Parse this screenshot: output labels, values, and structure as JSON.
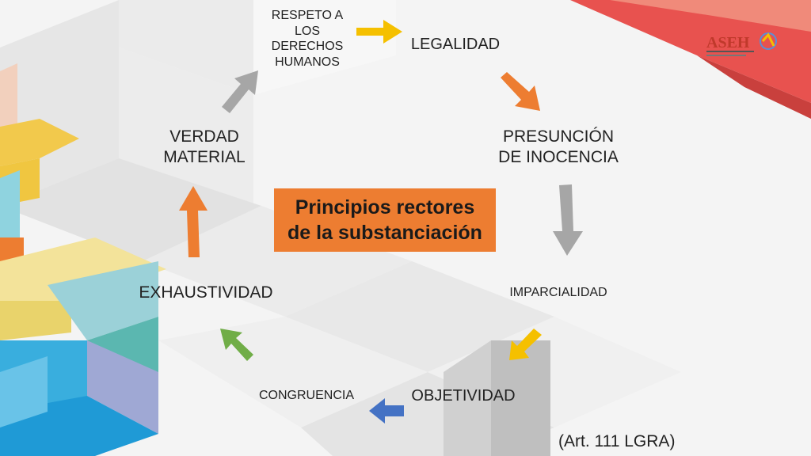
{
  "title": "Principios rectores\nde la substanciación",
  "principles": [
    {
      "label": "RESPETO A\nLOS\nDERECHOS\nHUMANOS"
    },
    {
      "label": "LEGALIDAD"
    },
    {
      "label": "PRESUNCIÓN\nDE INOCENCIA"
    },
    {
      "label": "IMPARCIALIDAD"
    },
    {
      "label": "OBJETIVIDAD"
    },
    {
      "label": "CONGRUENCIA"
    },
    {
      "label": "EXHAUSTIVIDAD"
    },
    {
      "label": "VERDAD\nMATERIAL"
    }
  ],
  "citation": "(Art. 111 LGRA)",
  "logo": {
    "text": "ASEH"
  },
  "colors": {
    "center_box": "#ed7d31",
    "arrow_yellow": "#f5c000",
    "arrow_orange": "#ed7d31",
    "arrow_gray": "#a6a6a6",
    "arrow_blue": "#4472c4",
    "arrow_green": "#70ad47",
    "corner_red": "#e8524f"
  }
}
